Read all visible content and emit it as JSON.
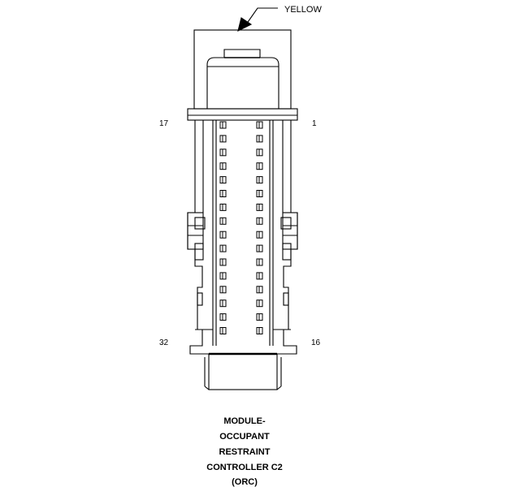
{
  "callout": {
    "color_label": "YELLOW"
  },
  "pin_labels": {
    "top_left": "17",
    "top_right": "1",
    "bottom_left": "32",
    "bottom_right": "16"
  },
  "caption": {
    "lines": [
      "MODULE-",
      "OCCUPANT",
      "RESTRAINT",
      "CONTROLLER C2",
      "(ORC)"
    ]
  },
  "connector": {
    "pins_per_column": 16,
    "line_color": "#000000",
    "fill_color": "#ffffff"
  }
}
